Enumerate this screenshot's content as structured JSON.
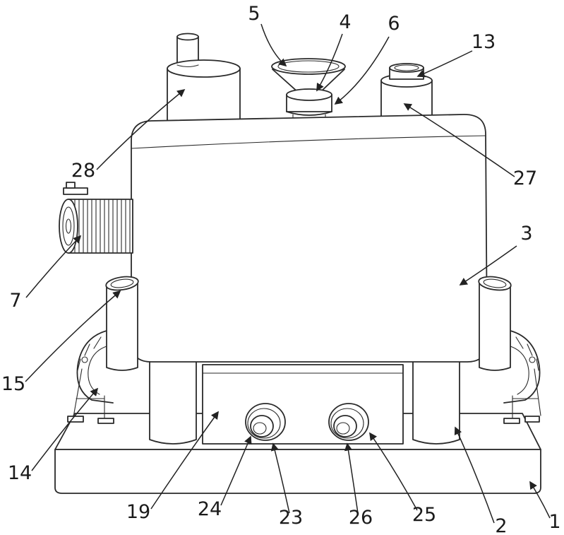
{
  "figure": {
    "kind": "patent-style line drawing of a processing machine",
    "background_color": "#ffffff",
    "line_color": "#2a2a2a",
    "label_color": "#1b1b1b"
  },
  "labels": [
    {
      "text": "5"
    },
    {
      "text": "4"
    },
    {
      "text": "6"
    },
    {
      "text": "13"
    },
    {
      "text": "28"
    },
    {
      "text": "27"
    },
    {
      "text": "7"
    },
    {
      "text": "3"
    },
    {
      "text": "15"
    },
    {
      "text": "14"
    },
    {
      "text": "19"
    },
    {
      "text": "24"
    },
    {
      "text": "23"
    },
    {
      "text": "26"
    },
    {
      "text": "25"
    },
    {
      "text": "2"
    },
    {
      "text": "1"
    }
  ]
}
